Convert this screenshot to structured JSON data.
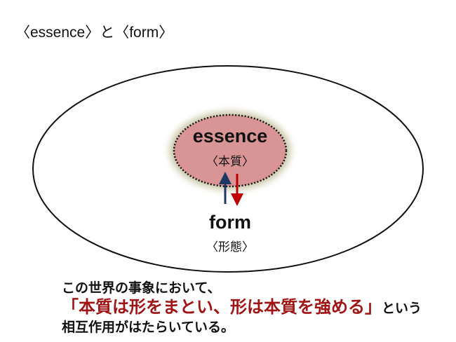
{
  "title": "〈essence〉と〈form〉",
  "essence": {
    "label": "essence",
    "sublabel": "〈本質〉"
  },
  "form": {
    "label": "form",
    "sublabel": "〈形態〉"
  },
  "caption": {
    "line1": "この世界の事象において、",
    "line2_quote": "「本質は形をまとい、形は本質を強める」",
    "line2_rest": "という",
    "line3": "相互作用がはたらいている。"
  },
  "colors": {
    "essence_fill": "#d99596",
    "arrow_up": "#1f3864",
    "arrow_down": "#c00000",
    "quote": "#a01414"
  }
}
